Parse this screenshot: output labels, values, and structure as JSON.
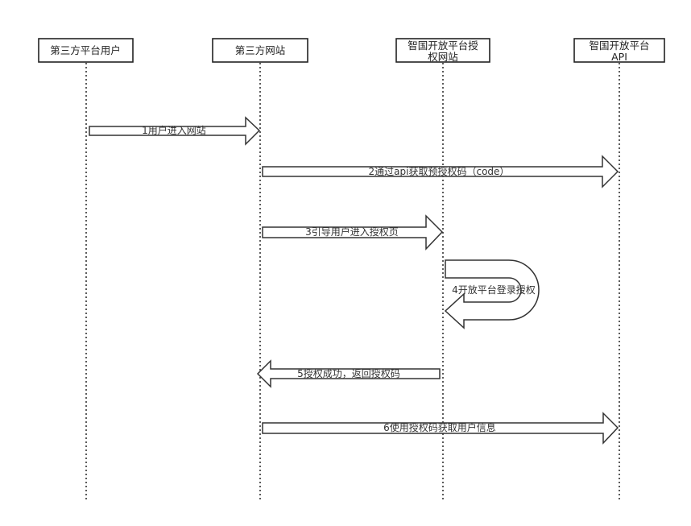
{
  "participants": [
    {
      "lines": [
        "第三方平台用户"
      ]
    },
    {
      "lines": [
        "第三方网站"
      ]
    },
    {
      "lines": [
        "智国开放平台授",
        "权网站"
      ]
    },
    {
      "lines": [
        "智国开放平台",
        "API"
      ]
    }
  ],
  "messages": [
    {
      "label": "1用户进入网站",
      "from": 0,
      "to": 1
    },
    {
      "label": "2通过api获取预授权码（code）",
      "from": 1,
      "to": 3
    },
    {
      "label": "3引导用户进入授权页",
      "from": 1,
      "to": 2
    },
    {
      "label": "4开放平台登录授权",
      "from": 2,
      "to": 2,
      "self": true
    },
    {
      "label": "5授权成功，返回授权码",
      "from": 2,
      "to": 1
    },
    {
      "label": "6使用授权码获取用户信息",
      "from": 1,
      "to": 3
    }
  ]
}
